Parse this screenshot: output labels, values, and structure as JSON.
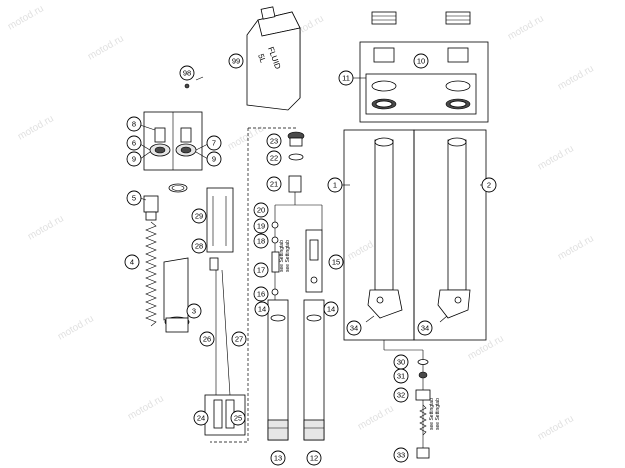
{
  "watermark": "motod.ru",
  "can": {
    "line1": "FLUID",
    "line2": "5L"
  },
  "side_notes": {
    "left": [
      "see Settingtab",
      "see Settingtab"
    ],
    "right": [
      "see Settingtab",
      "see Settingtab"
    ]
  },
  "callouts": {
    "c1": "1",
    "c2": "2",
    "c3": "3",
    "c4": "4",
    "c5": "5",
    "c6": "6",
    "c7": "7",
    "c8": "8",
    "c9a": "9",
    "c9b": "9",
    "c10": "10",
    "c11": "11",
    "c12": "12",
    "c13": "13",
    "c14a": "14",
    "c14b": "14",
    "c15": "15",
    "c16": "16",
    "c17": "17",
    "c18": "18",
    "c19": "19",
    "c20": "20",
    "c21": "21",
    "c22": "22",
    "c23": "23",
    "c24": "24",
    "c25": "25",
    "c26": "26",
    "c27": "27",
    "c28": "28",
    "c29": "29",
    "c30": "30",
    "c31": "31",
    "c32": "32",
    "c33": "33",
    "c34a": "34",
    "c34b": "34",
    "c98": "98",
    "c99": "99"
  }
}
